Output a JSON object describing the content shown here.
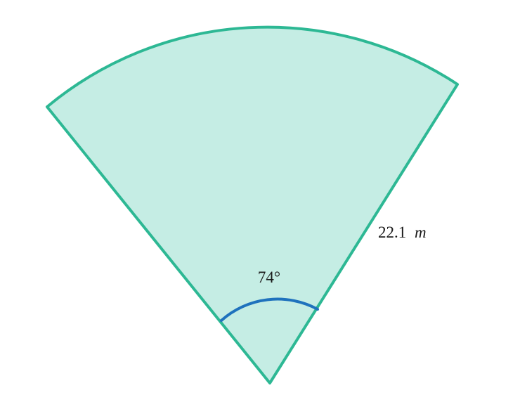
{
  "figure": {
    "angle": {
      "value": 74,
      "label": "74°"
    },
    "radius": {
      "value": 22.1,
      "number_label": "22.1",
      "unit": "m"
    },
    "colors": {
      "fill": "#c5ede4",
      "outline": "#2db894",
      "angle_arc": "#1f72bd",
      "text": "#1a1a1a"
    }
  }
}
